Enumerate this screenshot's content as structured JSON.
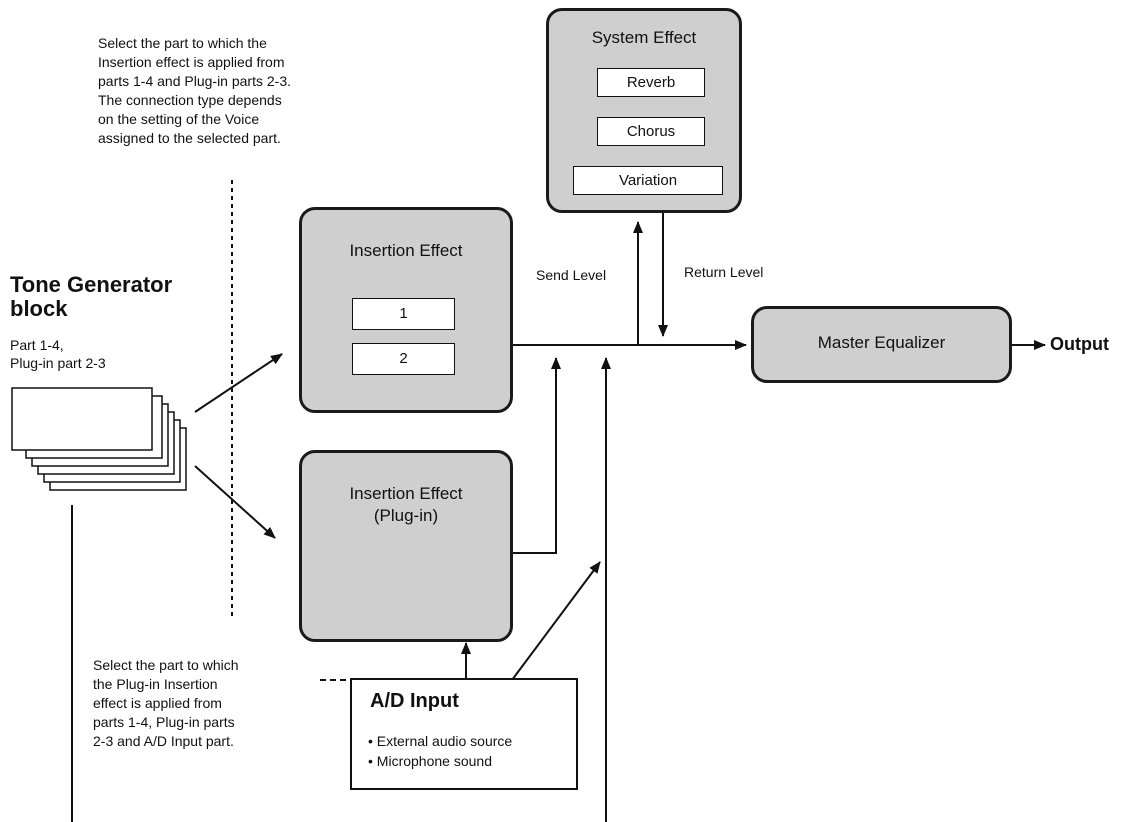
{
  "top_note": "Select the part to which the\nInsertion effect is applied from\nparts 1-4 and Plug-in parts 2-3.\nThe connection type depends\non the setting of the Voice\nassigned to the selected part.",
  "tone_generator": {
    "title": "Tone Generator\nblock",
    "subtitle": "Part 1-4,\nPlug-in part 2-3"
  },
  "insertion_effect": {
    "title": "Insertion Effect",
    "slots": [
      "1",
      "2"
    ]
  },
  "plugin_effect": {
    "title": "Insertion Effect\n(Plug-in)"
  },
  "system_effect": {
    "title": "System Effect",
    "slots": [
      "Reverb",
      "Chorus",
      "Variation"
    ]
  },
  "send_level": "Send Level",
  "return_level": "Return Level",
  "master_eq": "Master Equalizer",
  "output": "Output",
  "bottom_note": "Select the part to which\nthe Plug-in Insertion\neffect is applied from\nparts 1-4, Plug-in parts\n2-3 and A/D Input part.",
  "ad_input": {
    "title": "A/D Input",
    "items": [
      "• External audio source",
      "• Microphone sound"
    ]
  }
}
